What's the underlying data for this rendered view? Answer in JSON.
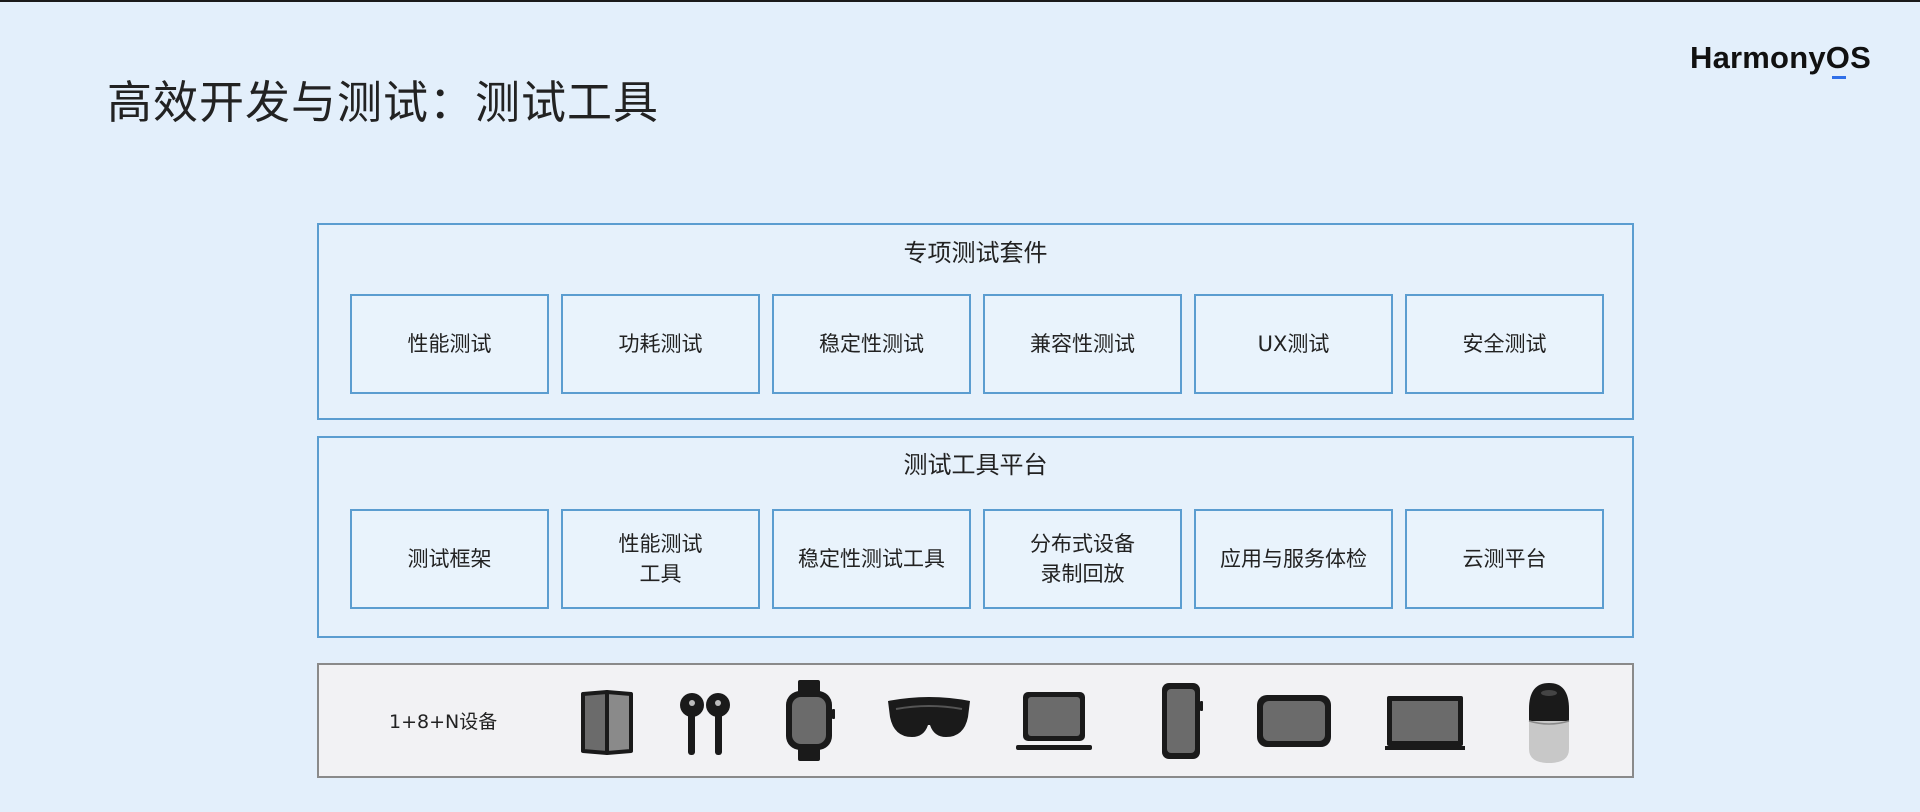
{
  "slide": {
    "title": "高效开发与测试：测试工具",
    "logo": "HarmonyOS"
  },
  "suite": {
    "title": "专项测试套件",
    "items": [
      "性能测试",
      "功耗测试",
      "稳定性测试",
      "兼容性测试",
      "UX测试",
      "安全测试"
    ]
  },
  "platform": {
    "title": "测试工具平台",
    "items": [
      "测试框架",
      "性能测试\n工具",
      "稳定性测试工具",
      "分布式设备\n录制回放",
      "应用与服务体检",
      "云测平台"
    ]
  },
  "devices": {
    "label": "1+8+N设备",
    "icons": [
      "foldable-phone-icon",
      "earbuds-icon",
      "smartwatch-icon",
      "vr-glasses-icon",
      "laptop-icon",
      "phone-icon",
      "tablet-icon",
      "monitor-icon",
      "smart-speaker-icon"
    ]
  },
  "colors": {
    "background": "#e3effb",
    "panel_border": "#5b9dd0",
    "device_border": "#8a8a8a",
    "logo_accent": "#2f6fe8"
  }
}
